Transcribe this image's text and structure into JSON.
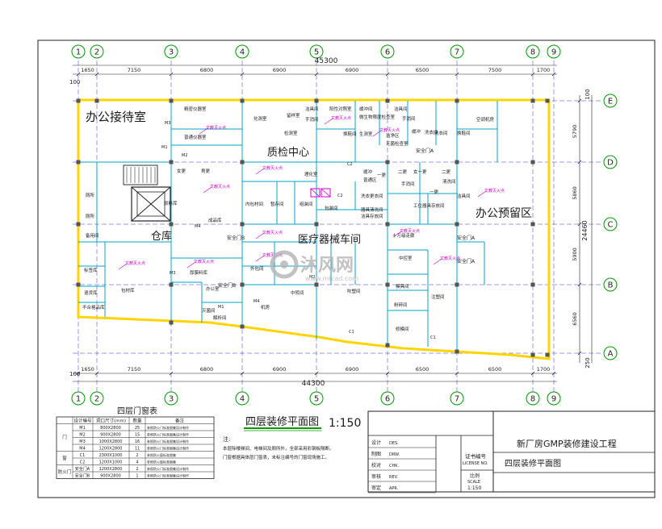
{
  "plan": {
    "top_axes": [
      "1",
      "2",
      "3",
      "4",
      "5",
      "6",
      "7",
      "8",
      "9"
    ],
    "bottom_axes": [
      "1",
      "2",
      "3",
      "4",
      "5",
      "6",
      "7",
      "8",
      "9"
    ],
    "right_axes": [
      "E",
      "D",
      "C",
      "B",
      "A"
    ],
    "top_total": "45300",
    "bottom_total": "44300",
    "top_dims": [
      "1650",
      "7150",
      "6800",
      "6900",
      "6900",
      "6500",
      "7500",
      "1700"
    ],
    "bottom_dims": [
      "1650",
      "7150",
      "6800",
      "6900",
      "6900",
      "6500",
      "6500",
      "1700"
    ],
    "left_small": "100",
    "bottom_left_small": "100",
    "right_dims": [
      "5790",
      "5860",
      "5900",
      "6560"
    ],
    "right_total": "24460",
    "right_top_small": "100",
    "right_bottom_small": "250"
  },
  "zones": {
    "reception": "办公接待室",
    "qc_center": "质检中心",
    "warehouse": "仓库",
    "device_workshop": "医疗器械车间",
    "office_reserve": "办公预留区"
  },
  "rooms": {
    "r1": "精密仪器室",
    "r2": "普通仪器室",
    "r3": "化测室",
    "r4": "留样室",
    "r5": "检测室",
    "r6": "洁具间",
    "r7": "手消间",
    "r8": "阳性对照室",
    "r9": "缓冲间",
    "r10": "微生物限度检查室",
    "r11": "洁具间",
    "r12": "手消间",
    "r13": "换鞋间",
    "r14": "生测室",
    "r15": "洁净区",
    "r16": "无菌检查室",
    "r17": "缓冲",
    "r18": "洗衣间",
    "r19": "换鞋间",
    "r20": "理化室",
    "r21": "空调机房",
    "r22": "女更",
    "r23": "男更",
    "r24": "原料库",
    "r25": "标签库",
    "r26": "备用间",
    "r27": "厕所",
    "r28": "厕所",
    "r29": "退货库",
    "r30": "不合格品库",
    "r31": "包材库",
    "r32": "成品库",
    "r33": "厚膜料库",
    "r34": "办公室",
    "r35": "灭菌间",
    "r36": "解析间",
    "r37": "外包间",
    "r38": "内包材间",
    "r39": "暂存间",
    "r40": "组装间",
    "r41": "包装间",
    "r42": "洗衣更衣间",
    "r43": "一更",
    "r44": "二更",
    "r45": "器具清洗间",
    "r46": "工位器具存放间",
    "r47": "洁具存放间",
    "r48": "十万级走廊",
    "r49": "手消间",
    "r50": "一更",
    "r51": "二更",
    "r52": "女一更",
    "r53": "洁具间",
    "r54": "清洗间",
    "r55": "中控室",
    "r56": "机房",
    "r57": "注塑间",
    "r58": "粉碎间",
    "r59": "模具间",
    "r60": "修模间",
    "r61": "中转间",
    "r62": "吹塑间",
    "r63": "缓冲",
    "r64": "普通区",
    "r65": "洗衣间"
  },
  "exits": [
    "安全门A",
    "安全门B",
    "安全门A",
    "安全门A",
    "安全门B"
  ],
  "fire_points": [
    "文教灭火点",
    "文教灭火点",
    "文教灭火点",
    "文教灭火点",
    "文教灭火点",
    "文教灭火点",
    "文教灭火点",
    "文教灭火点",
    "文教灭火点",
    "文教灭火点",
    "文教灭火点",
    "文教灭火点"
  ],
  "door_tags": [
    "M1",
    "M2",
    "M3",
    "M4",
    "C1",
    "C2",
    "M1",
    "M2",
    "M3",
    "M4",
    "C1",
    "C2"
  ],
  "watermark": {
    "text": "沐风网",
    "url": "www.mfcad.com"
  },
  "door_table": {
    "title": "四层门窗表",
    "headers": [
      "",
      "设计编号",
      "洞口尺寸(mm)",
      "数量",
      "备注"
    ],
    "rows": [
      {
        "group": "门",
        "code": "M1",
        "size": "800X2800",
        "qty": "25",
        "note": "参照防火门标准图集设计制作"
      },
      {
        "group": "",
        "code": "M2",
        "size": "900X2800",
        "qty": "15",
        "note": "参照防火门标准图集设计制作"
      },
      {
        "group": "",
        "code": "M3",
        "size": "1000X2800",
        "qty": "16",
        "note": "参照防火门标准图集设计制作"
      },
      {
        "group": "",
        "code": "M4",
        "size": "1200X2800",
        "qty": "11",
        "note": "参照防火门标准图集设计制作"
      },
      {
        "group": "窗",
        "code": "C1",
        "size": "2300X1000",
        "qty": "2",
        "note": "参照防火窗标准图集"
      },
      {
        "group": "",
        "code": "C2",
        "size": "1200X1000",
        "qty": "4",
        "note": "参照防火窗标准图集"
      },
      {
        "group": "防火门",
        "code": "安全门A",
        "size": "1200X2800",
        "qty": "2",
        "note": "参照防火门标准图集设计制作"
      },
      {
        "group": "",
        "code": "安全门B",
        "size": "900X2800",
        "qty": "1",
        "note": "参照防火门标准图集设计制作"
      }
    ]
  },
  "drawing_title": "四层装修平面图",
  "scale_label": "1:150",
  "notes": {
    "heading": "注:",
    "line1": "本层除楼梯间、电梯间及厕所外，全部采用彩钢板隔断。",
    "line2": "门窗根据具体层门窗表，未标注编号的门窗现场施工。"
  },
  "title_block": {
    "project": "新厂房GMP装修建设工程",
    "drawing": "四层装修平面图",
    "cert_label": "证书编号",
    "cert_label_en": "LICENSE NO.",
    "scale_label": "比例",
    "scale_label_en": "SCALE",
    "scale_value": "1:150",
    "rows": [
      {
        "cn": "设计",
        "en": "DES."
      },
      {
        "cn": "制图",
        "en": "DRW."
      },
      {
        "cn": "校对",
        "en": "CHK."
      },
      {
        "cn": "审核",
        "en": "REV."
      },
      {
        "cn": "审定",
        "en": "APR."
      }
    ]
  },
  "colors": {
    "grid_line": "#0000cc",
    "axis_circle": "#009900",
    "partition": "#00a5c8",
    "exterior": "#ffd400",
    "annotation": "#d000d0",
    "text": "#1a1a1a",
    "watermark": "#b8b8b8"
  }
}
